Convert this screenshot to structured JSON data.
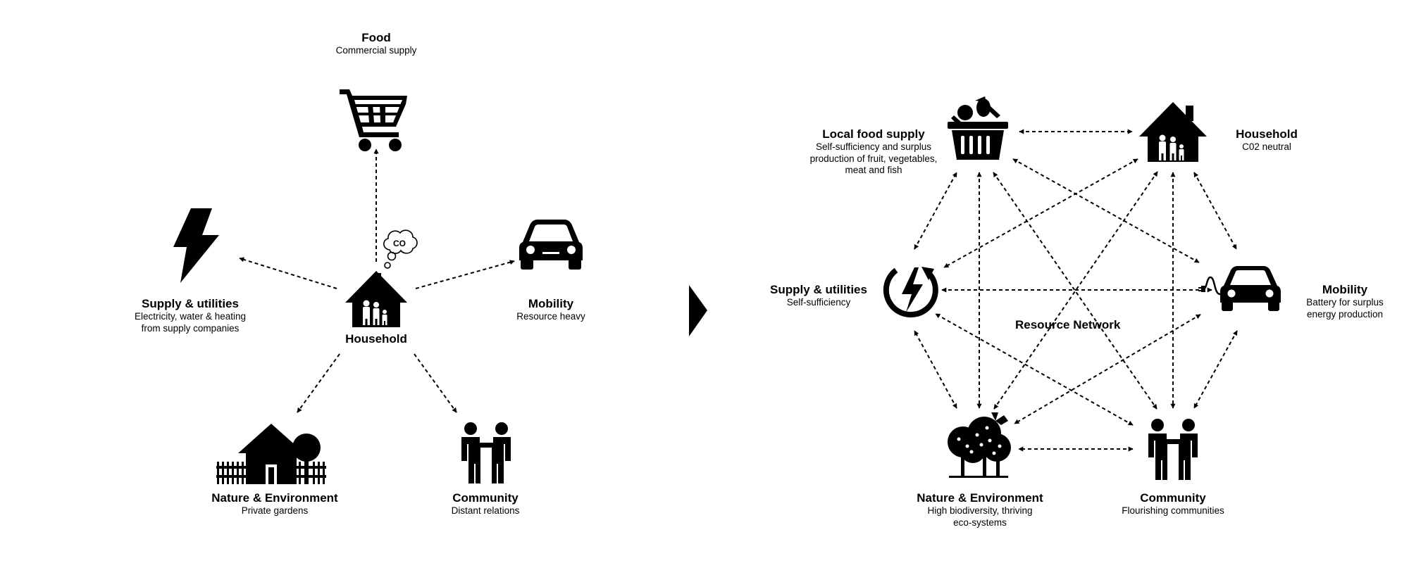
{
  "left": {
    "household": {
      "title": "Household"
    },
    "co2_label": "CO",
    "food": {
      "title": "Food",
      "subtitle": "Commercial supply"
    },
    "supply": {
      "title": "Supply & utilities",
      "subtitle": "Electricity, water & heating\nfrom supply companies"
    },
    "mobility": {
      "title": "Mobility",
      "subtitle": "Resource heavy"
    },
    "nature": {
      "title": "Nature & Environment",
      "subtitle": "Private gardens"
    },
    "community": {
      "title": "Community",
      "subtitle": "Distant relations"
    }
  },
  "right": {
    "network_title": "Resource Network",
    "food": {
      "title": "Local food supply",
      "subtitle": "Self-sufficiency and surplus\nproduction of fruit, vegetables,\nmeat and fish"
    },
    "household": {
      "title": "Household",
      "subtitle": "C02 neutral"
    },
    "supply": {
      "title": "Supply & utilities",
      "subtitle": "Self-sufficiency"
    },
    "mobility": {
      "title": "Mobility",
      "subtitle": "Battery for surplus\nenergy production"
    },
    "nature": {
      "title": "Nature & Environment",
      "subtitle": "High biodiversity, thriving\neco-systems"
    },
    "community": {
      "title": "Community",
      "subtitle": "Flourishing communities"
    }
  },
  "colors": {
    "ink": "#000000",
    "background": "#ffffff"
  },
  "icons": {
    "left": [
      "house-family-icon",
      "smoke-cloud-icon",
      "shopping-cart-icon",
      "lightning-bolt-icon",
      "car-icon",
      "house-tree-garden-icon",
      "two-people-icon"
    ],
    "right": [
      "food-basket-icon",
      "house-family-icon",
      "renewable-power-icon",
      "electric-car-icon",
      "trees-butterfly-icon",
      "two-people-icon",
      "transition-arrow-icon"
    ]
  }
}
